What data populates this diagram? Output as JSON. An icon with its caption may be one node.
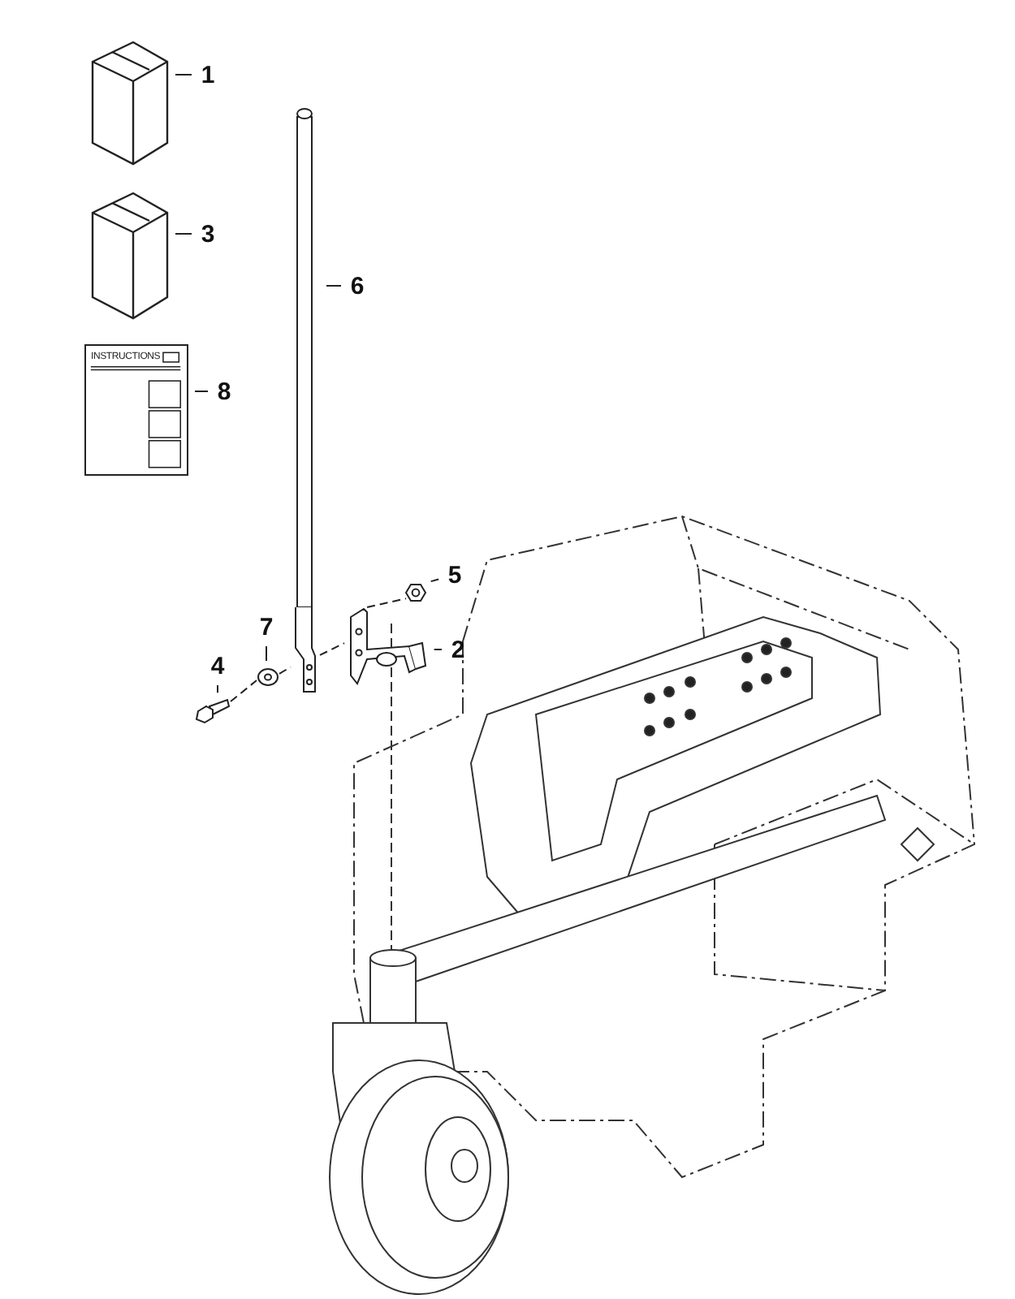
{
  "diagram": {
    "nodes": [
      {
        "text": [],
        "shape": "box"
      },
      {
        "text": [
          "1"
        ]
      },
      {
        "text": [],
        "shape": "box"
      },
      {
        "text": [
          "3"
        ]
      },
      {
        "text": [],
        "shape": "bar"
      },
      {
        "text": [
          "6"
        ]
      },
      {
        "text": [
          "INSTRUCTIONS"
        ]
      },
      {
        "text": [
          "8"
        ]
      },
      {
        "text": [],
        "shape": "picture"
      },
      {
        "text": [
          "5"
        ]
      },
      {
        "text": [],
        "shape": "picture"
      },
      {
        "text": [
          "7"
        ]
      },
      {
        "text": [],
        "shape": "picture"
      },
      {
        "text": [
          "4"
        ]
      },
      {
        "text": [],
        "shape": "picture"
      },
      {
        "text": [
          "2"
        ]
      }
    ],
    "edges": [
      {
        "from": 1,
        "to": 0,
        "arrow": "none"
      },
      {
        "from": 3,
        "to": 2,
        "arrow": "none"
      },
      {
        "from": 5,
        "to": 4,
        "arrow": "none"
      },
      {
        "from": 7,
        "to": 6,
        "arrow": "none"
      },
      {
        "from": 9,
        "to": 8,
        "arrow": "none"
      },
      {
        "from": 11,
        "to": 10,
        "arrow": "none"
      },
      {
        "from": 13,
        "to": 12,
        "arrow": "none"
      },
      {
        "from": 15,
        "to": 14,
        "arrow": "none"
      },
      {
        "from": 12,
        "to": 10,
        "arrow": "none",
        "style": "dashed"
      },
      {
        "from": 10,
        "to": 4,
        "arrow": "none",
        "style": "dashed"
      },
      {
        "from": 4,
        "to": 14,
        "arrow": "none",
        "style": "dashed"
      },
      {
        "from": 14,
        "to": 8,
        "arrow": "none",
        "style": "dashed"
      }
    ]
  }
}
